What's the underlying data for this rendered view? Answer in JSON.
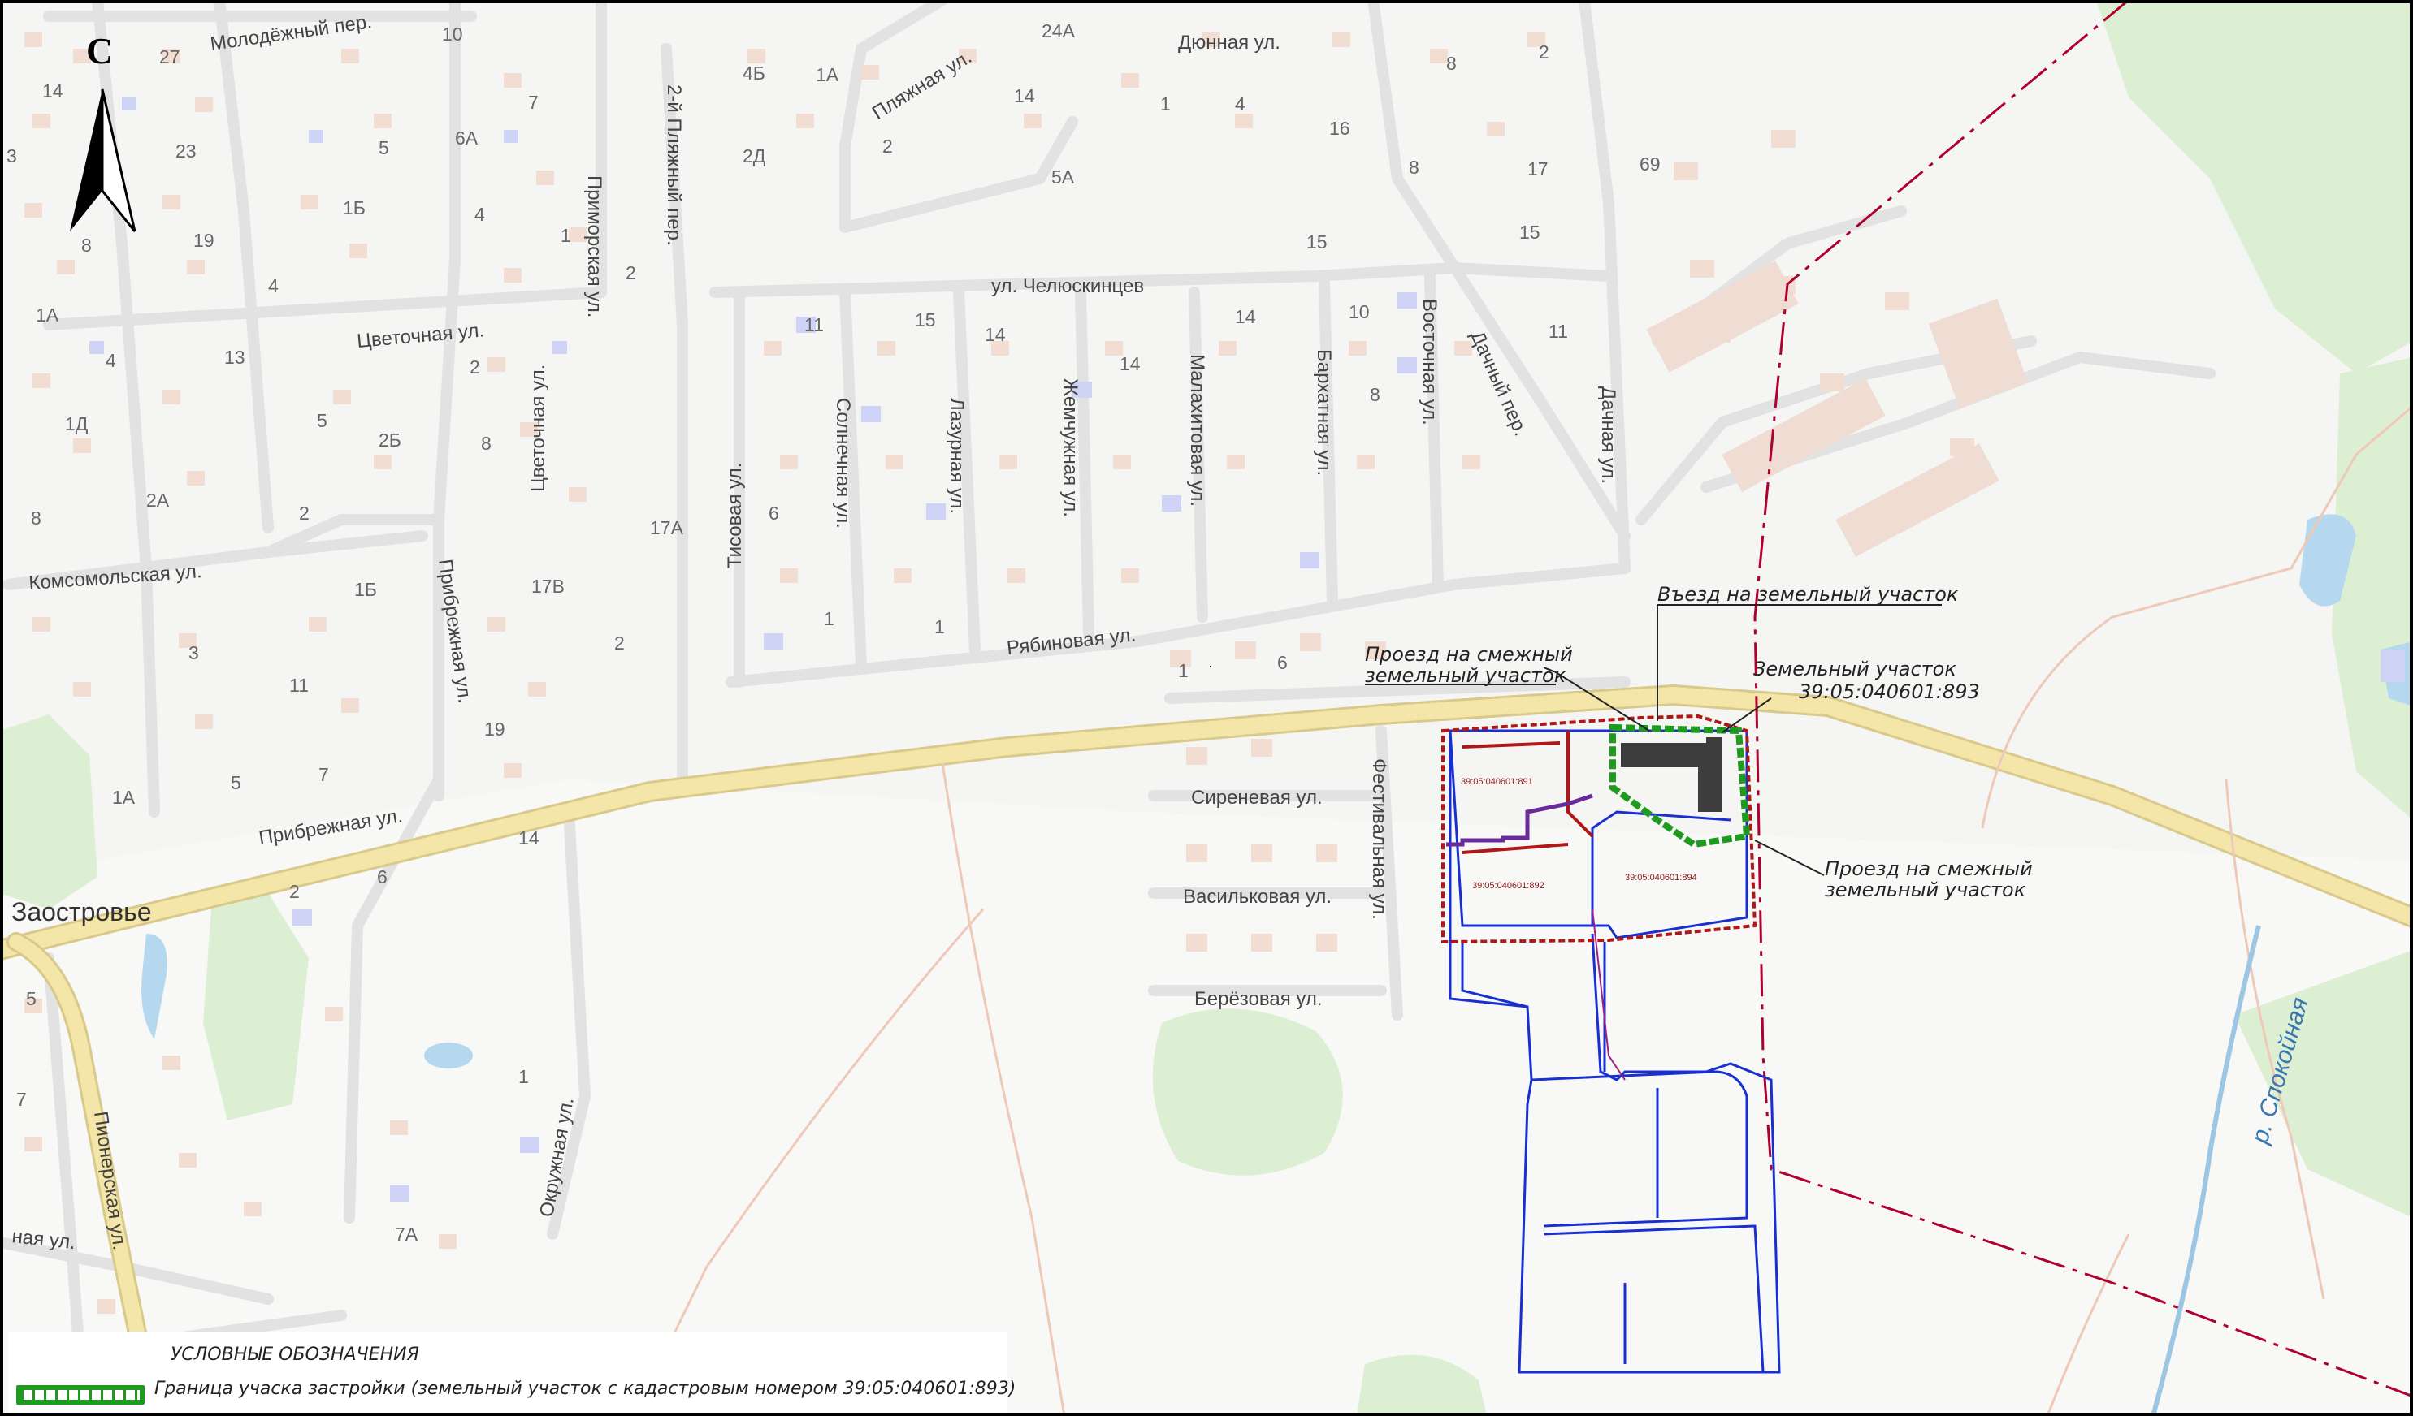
{
  "map": {
    "north_label": "С",
    "town": "Заостровье",
    "river": "р. Спокойная",
    "streets": {
      "molodezhny": "Молодёжный пер.",
      "primorskaya": "Приморская ул.",
      "plyazhnaya": "Пляжная ул.",
      "plyazhny2": "2-й Пляжный пер.",
      "dyunnaya": "Дюнная ул.",
      "chelyuskintsev": "ул. Челюскинцев",
      "tsvetochnaya1": "Цветочная ул.",
      "tsvetochnaya2": "Цветочная ул.",
      "komsomolskaya": "Комсомольская ул.",
      "pribrezhnaya_v": "Прибрежная ул.",
      "pribrezhnaya_h": "Прибрежная ул.",
      "tisovaya": "Тисовая ул.",
      "solnechnaya": "Солнечная ул.",
      "lazurnaya": "Лазурная ул.",
      "zhemchuzhnaya": "Жемчужная ул.",
      "malakhitovaya": "Малахитовая ул.",
      "barkhatnaya": "Бархатная ул.",
      "vostochnaya": "Восточная ул.",
      "dachny": "Дачный пер.",
      "dachnaya": "Дачная ул.",
      "ryabinovaya": "Рябиновая ул.",
      "sirenevaya": "Сиреневая ул.",
      "vasilkovaya": "Васильковая ул.",
      "berezovaya": "Берёзовая ул.",
      "festivalnaya": "Фестивальная ул.",
      "okruzhnaya": "Окружная ул.",
      "pionerskaya": "Пионерская ул.",
      "partial": "ная ул."
    },
    "house_numbers": {
      "h27": "27",
      "h14a": "14",
      "h23": "23",
      "h3": "3",
      "h8a": "8",
      "h19a": "19",
      "h4a": "4",
      "h1a_left": "1А",
      "h4b": "4",
      "h13": "13",
      "h1d": "1Д",
      "h5a": "5",
      "h2a": "2А",
      "h2b": "2",
      "h8b": "8",
      "h10a": "10",
      "h7a": "7",
      "h6a": "6А",
      "h5b": "5",
      "h4c": "4",
      "h1b": "1",
      "h1b_": "1Б",
      "h2c": "2",
      "h2d": "2",
      "h8c": "8",
      "h2b_": "2Б",
      "h4b_": "4Б",
      "h1a_top": "1А",
      "h2d_": "2Д",
      "h24a": "24А",
      "h14b": "14",
      "h2e": "2",
      "h5a_": "5А",
      "h1c": "1",
      "h4d": "4",
      "h8d": "8",
      "h2f": "2",
      "h16": "16",
      "h8e": "8",
      "h17": "17",
      "h69": "69",
      "h15a": "15",
      "h15b": "15",
      "h11a": "11",
      "h15c": "15",
      "h14c": "14",
      "h14d": "14",
      "h14e": "14",
      "h10b": "10",
      "h8f": "8",
      "h11b": "11",
      "h17a": "17А",
      "h6b": "6",
      "h1d_": "1",
      "h1e": "1",
      "h17b": "17В",
      "h2g": "2",
      "h1b_2": "1Б",
      "h3b": "3",
      "h11c": "11",
      "h19b": "19",
      "h1a_mid": "1А",
      "h5c": "5",
      "h7b": "7",
      "h6c": "6",
      "h2h": "2",
      "h14f": "14",
      "h1f": "1",
      "h1g": "1",
      "h6d": "6",
      "h5d": "5",
      "h7c": "7",
      "h7a_": "7А"
    },
    "annotations": {
      "entry": "Въезд на земельный участок",
      "passage_top_1": "Проезд на смежный",
      "passage_top_2": "земельный участок",
      "plot_1": "Земельный участок",
      "plot_2": "39:05:040601:893",
      "passage_right_1": "Проезд на смежный",
      "passage_right_2": "земельный участок"
    },
    "cadastral": {
      "c891": "39:05:040601:891",
      "c892": "39:05:040601:892",
      "c894": "39:05:040601:894"
    }
  },
  "legend": {
    "title": "УСЛОВНЫЕ ОБОЗНАЧЕНИЯ",
    "items": [
      {
        "symbol": "green-dashed-boundary",
        "color": "#1f9a1f",
        "text": "Граница учаска застройки (земельный участок с кадастровым номером 39:05:040601:893)"
      }
    ]
  },
  "colors": {
    "road_main": "#f3e6a8",
    "road_minor": "#e4e4e4",
    "building": "#f1ddd2",
    "building_blue": "#cfd3f5",
    "greenery": "#dcefd3",
    "water": "#b5d8ef",
    "plot_blue": "#1a2fd0",
    "plot_red": "#b01818",
    "boundary_red": "#b00030"
  }
}
